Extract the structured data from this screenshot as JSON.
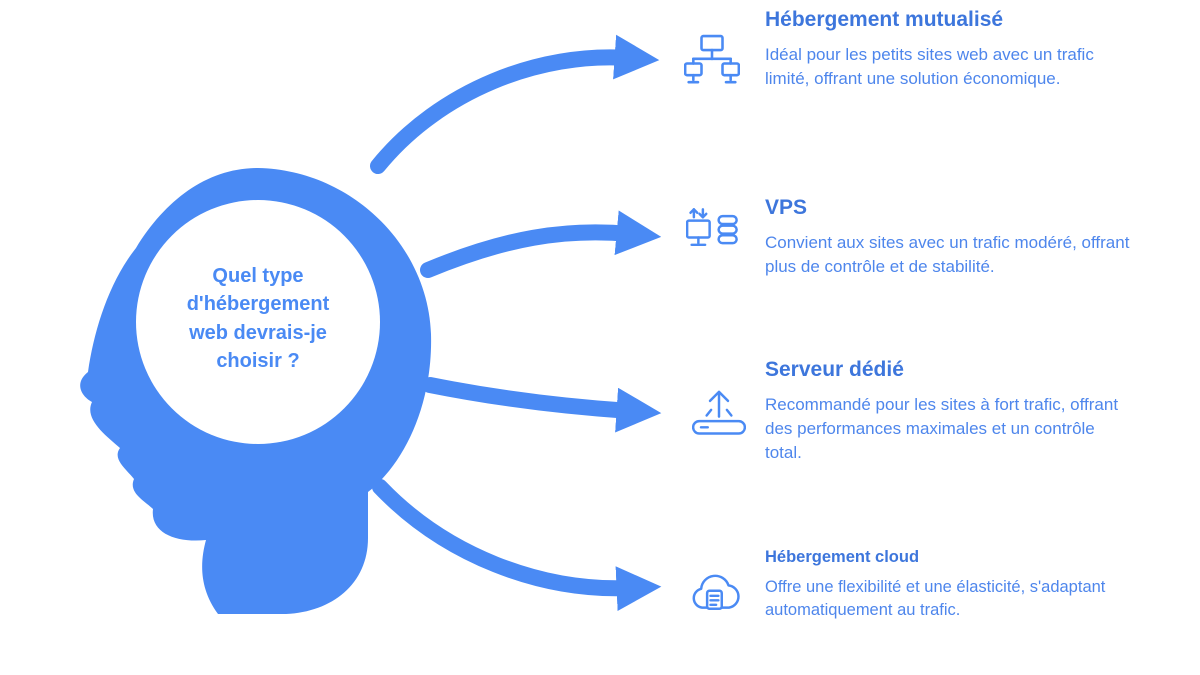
{
  "diagram": {
    "question_lines": [
      "Quel type",
      "d'hébergement",
      "web devrais-je",
      "choisir ?"
    ],
    "items": [
      {
        "title": "Hébergement mutualisé",
        "description": "Idéal pour les petits sites web avec un trafic limité, offrant une solution économique.",
        "icon": "shared-hosting-network-icon"
      },
      {
        "title": "VPS",
        "description": "Convient aux sites avec un trafic modéré, offrant plus de contrôle et de stabilité.",
        "icon": "vps-monitor-stack-icon"
      },
      {
        "title": "Serveur dédié",
        "description": "Recommandé pour les sites à fort trafic, offrant des performances maximales et un contrôle total.",
        "icon": "dedicated-server-upload-icon"
      },
      {
        "title": "Hébergement cloud",
        "description": "Offre une flexibilité et une élasticité, s'adaptant automatiquement au trafic.",
        "icon": "cloud-hosting-doc-icon"
      }
    ],
    "colors": {
      "primary": "#4a8af4",
      "title": "#3d76dc",
      "body": "#4e86ec"
    }
  }
}
